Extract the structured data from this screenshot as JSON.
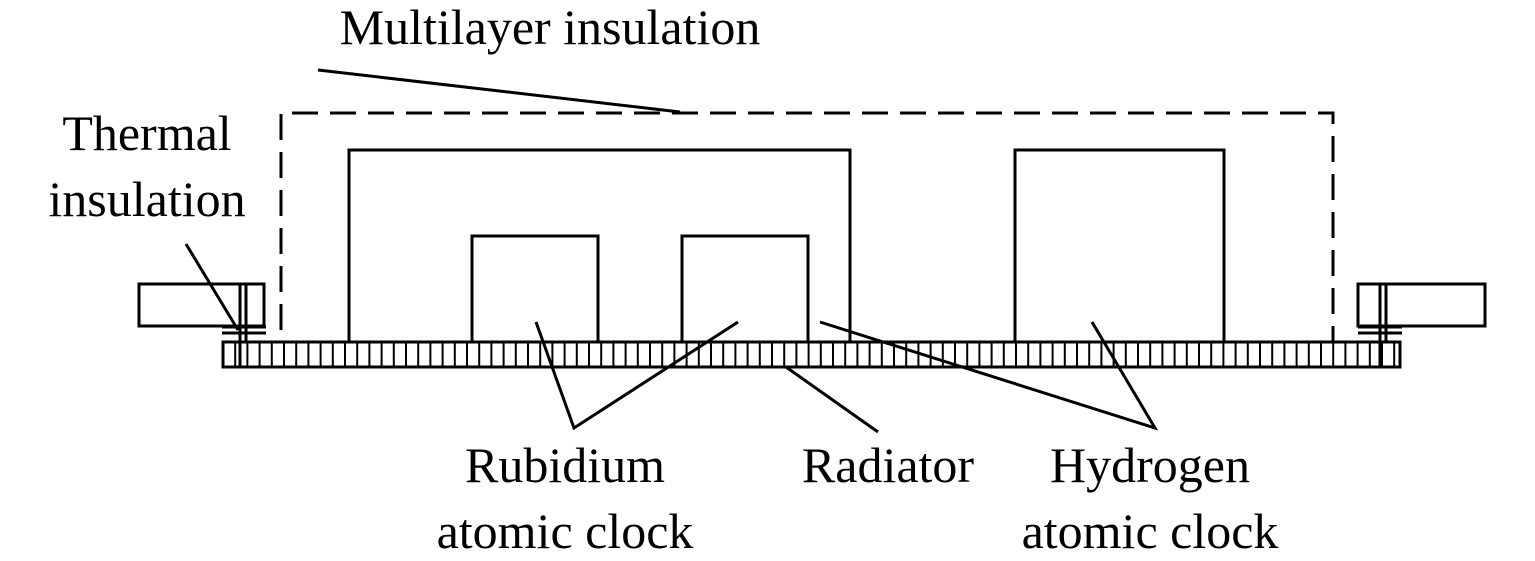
{
  "labels": {
    "multilayer_insulation": "Multilayer insulation",
    "thermal_insulation_line1": "Thermal",
    "thermal_insulation_line2": "insulation",
    "rubidium_line1": "Rubidium",
    "rubidium_line2": "atomic clock",
    "radiator": "Radiator",
    "hydrogen_line1": "Hydrogen",
    "hydrogen_line2": "atomic clock"
  },
  "colors": {
    "ink": "#000000",
    "background": "#ffffff"
  }
}
